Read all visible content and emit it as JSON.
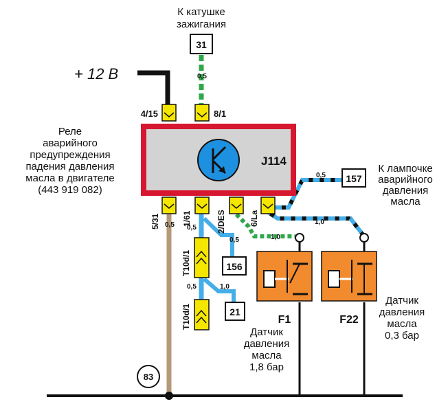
{
  "labels": {
    "coil_line1": "К катушке",
    "coil_line2": "зажигания",
    "plus12": "+ 12 В",
    "relay_line1": "Реле",
    "relay_line2": "аварийного",
    "relay_line3": "предупреждения",
    "relay_line4": "падения давления",
    "relay_line5": "масла в двигателе",
    "relay_line6": "(443 919 082)",
    "lamp_line1": "К лампочке",
    "lamp_line2": "аварийного",
    "lamp_line3": "давления",
    "lamp_line4": "масла",
    "sensor03_line1": "Датчик",
    "sensor03_line2": "давления",
    "sensor03_line3": "масла",
    "sensor03_line4": "0,3 бар",
    "sensor18_line1": "Датчик",
    "sensor18_line2": "давления",
    "sensor18_line3": "масла",
    "sensor18_line4": "1,8 бар"
  },
  "boxes": {
    "b31": "31",
    "b157": "157",
    "b156": "156",
    "b21": "21"
  },
  "ground": "83",
  "relay_id": "J114",
  "pins": {
    "p415": "4/15",
    "p81": "8/1",
    "p531": "5/31",
    "p161": "1/61",
    "p2des": "2/DES",
    "p6la": "6/La"
  },
  "connectors": {
    "t10d1a": "T10d/1",
    "t10d1b": "T10d/1"
  },
  "sensors": {
    "f1": "F1",
    "f22": "F22"
  },
  "wires": {
    "w05_coil": "0,5",
    "w05_lamp": "0,5",
    "w10_lamp": "1,0",
    "w05_gnd": "0,5",
    "w05_t1": "0,5",
    "w05_156": "0,5",
    "w10_f1": "1,0",
    "w05_t2": "0,5",
    "w10_21": "1,0"
  },
  "colors": {
    "relay_border": "#d7172f",
    "relay_body": "#d3d3d3",
    "symbol_fill": "#1e90e0",
    "connector_yellow": "#f5e600",
    "wire_green": "#2ea84a",
    "wire_blue": "#44aee8",
    "wire_brown": "#b49a78",
    "sensor_orange": "#f28a2e"
  }
}
